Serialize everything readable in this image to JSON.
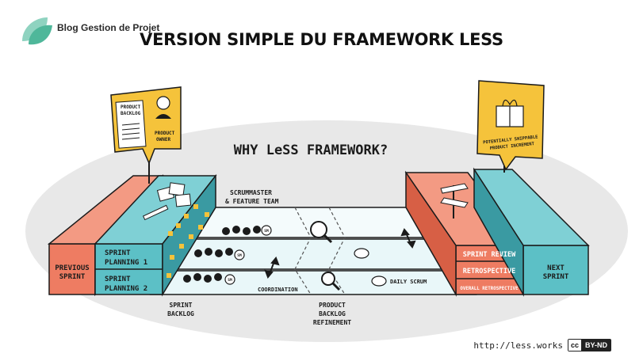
{
  "header": {
    "brand_name": "Blog Gestion de Projet",
    "title": "VERSION SIMPLE DU FRAMEWORK LESS"
  },
  "diagram": {
    "heading": "WHY LeSS FRAMEWORK?",
    "left_sign": {
      "backlog": [
        "PRODUCT",
        "BACKLOG"
      ],
      "owner": [
        "PRODUCT",
        "OWNER"
      ]
    },
    "right_sign": [
      "POTENTIALLY SHIPPABLE",
      "PRODUCT INCREMENT"
    ],
    "blocks": {
      "previous_sprint": [
        "PREVIOUS",
        "SPRINT"
      ],
      "sprint_planning_1": [
        "SPRINT",
        "PLANNING 1"
      ],
      "sprint_planning_2": [
        "SPRINT",
        "PLANNING 2"
      ],
      "sprint_review": "SPRINT REVIEW",
      "retrospective": "RETROSPECTIVE",
      "overall_retrospective": "OVERALL RETROSPECTIVE",
      "next_sprint": [
        "NEXT",
        "SPRINT"
      ]
    },
    "labels": {
      "scrummaster": [
        "SCRUMMASTER",
        "& FEATURE TEAM"
      ],
      "coordination": "COORDINATION",
      "daily_scrum": "DAILY SCRUM",
      "sprint_backlog": [
        "SPRINT",
        "BACKLOG"
      ],
      "refinement": [
        "PRODUCT",
        "BACKLOG",
        "REFINEMENT"
      ],
      "sm": "SM"
    },
    "colors": {
      "teal": "#5cc0c6",
      "teal_dark": "#3a9aa2",
      "coral": "#ee7c62",
      "coral_dark": "#d75f45",
      "yellow": "#f5c33b",
      "ellipse": "#e8e8e8",
      "lane": "#e9f7f9"
    }
  },
  "footer": {
    "url": "http://less.works",
    "cc": "cc",
    "license": "BY-ND"
  }
}
